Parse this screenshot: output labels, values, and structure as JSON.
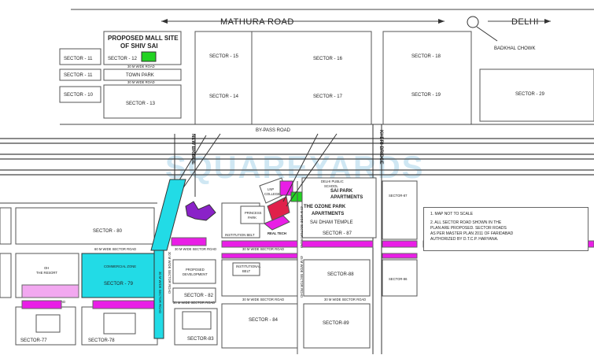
{
  "roads": {
    "mathura_road": "MATHURA ROAD",
    "delhi": "DELHI",
    "badkhal_chowk": "BADKHAL CHOWK",
    "bypass_road": "BY-PASS ROAD",
    "new_bridge": "NEW BRIDGE",
    "kheri_bridge": "KHERI BRIDGE",
    "town_park": "TOWN PARK",
    "r30m_wide": "30 M WIDE ROAD",
    "r60m_sector": "60 M WIDE SECTOR ROAD",
    "r30m_sector": "30 M WIDE SECTOR ROAD",
    "r45m_sector": "45 M WIDE SECTOR ROAD"
  },
  "sectors": {
    "s11a": "SECTOR - 11",
    "s11b": "SECTOR - 11",
    "s10": "SECTOR - 10",
    "s12": "SECTOR - 12",
    "s13": "SECTOR - 13",
    "s15": "SECTOR - 15",
    "s14": "SECTOR - 14",
    "s16": "SECTOR - 16",
    "s17": "SECTOR - 17",
    "s18": "SECTOR - 18",
    "s19": "SECTOR - 19",
    "s29": "SECTOR - 29",
    "s80": "SECTOR - 80",
    "s79": "SECTOR - 79",
    "s87": "SECTOR - 87",
    "s87v": "SECTOR-87",
    "s88": "SECTOR-88",
    "s86v": "SECTOR-86",
    "s82": "SECTOR - 82",
    "s83": "SECTOR-83",
    "s84": "SECTOR - 84",
    "s89": "SECTOR-89",
    "s77": "SECTOR-77",
    "s78": "SECTOR-78"
  },
  "places": {
    "mall_line1": "PROPOSED MALL SITE",
    "mall_line2": "OF SHIV SAI",
    "sai_park_line1": "SAI PARK",
    "sai_park_line2": "APARTMENTS",
    "ozone_line1": "THE OZONE PARK",
    "ozone_line2": "APARTMENTS",
    "sai_dham": "SAI DHAM TEMPLE",
    "princess_line1": "PRINCESS",
    "princess_line2": "PARK",
    "lnp_line1": "LNP",
    "lnp_line2": "COLLEGE",
    "real_tech": "REAL TECH",
    "inst_belt_1": "INSTITUTION BELT",
    "inst_belt_2_line1": "INSTITUTIONAL",
    "inst_belt_2_line2": "BELT",
    "commercial_zone": "COMMERCIAL ZONE",
    "oh_line1": "OH",
    "oh_line2": "THE RESORT",
    "dps_line1": "DELHI PUBLIC",
    "dps_line2": "SCHOOL",
    "propose_line1": "PROPOSED",
    "propose_line2": "DEVELOPMENT"
  },
  "notes": [
    "1. MAP NOT TO SCALE",
    "2. ALL SECTOR ROAD SHOWN IN THE\nPLAN ARE PROPOSED. SECTOR ROADS\nAS PER MASTER PLAN 2011 OF FARIDABAD\nAUTHORIZED BY D.T.C.P. HARYANA."
  ],
  "watermark": "SQUAREYARDS",
  "colors": {
    "green": "#22d322",
    "cyan": "#22dbe6",
    "magenta": "#e91ee6",
    "pink": "#f2a8f0",
    "purple": "#8a22c8",
    "crimson": "#e0204a",
    "watermark": "#cfe7f3"
  }
}
